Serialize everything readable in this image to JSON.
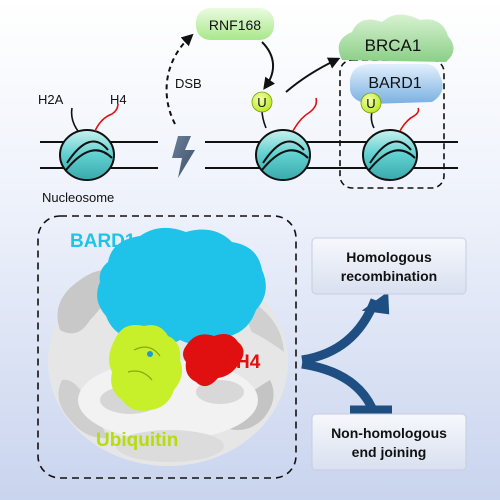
{
  "top": {
    "h2a_label": "H2A",
    "h4_label": "H4",
    "nucleosome_label": "Nucleosome",
    "dsb_label": "DSB",
    "rnf168_label": "RNF168",
    "ubiquitin_short": "U",
    "ubiquitin_short_2": "U",
    "brca1_label": "BRCA1",
    "bard1_label": "BARD1"
  },
  "structure": {
    "bard1_label": "BARD1",
    "h4_label": "H4",
    "ubiquitin_label": "Ubiquitin"
  },
  "outcomes": {
    "promoted": [
      "Homologous",
      "recombination"
    ],
    "inhibited": [
      "Non-homologous",
      "end joining"
    ]
  },
  "colors": {
    "bard1": "#1fc3ea",
    "h4": "#e01010",
    "ubiquitin": "#c8f02a",
    "rnf168_bg": "#b9f0a0",
    "brca1_bg": "#9ed69a",
    "bard1_bg": "#8fbfe8",
    "arrow_blue": "#1f4f82",
    "nucleosome": "#4fc9c9"
  }
}
